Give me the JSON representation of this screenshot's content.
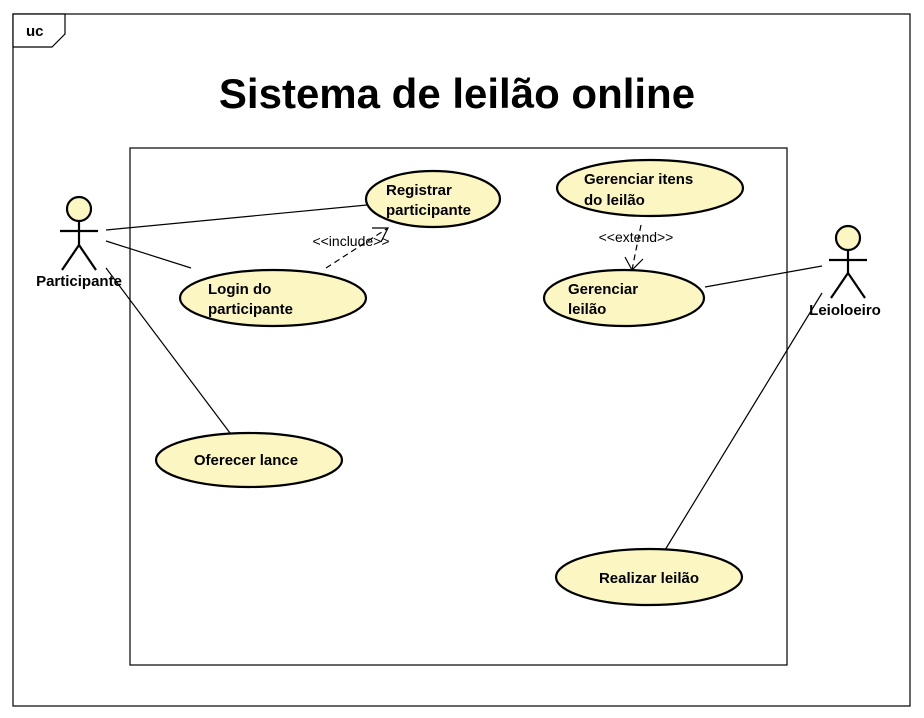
{
  "frame": {
    "tag": "uc",
    "title": "Sistema de leilão online"
  },
  "actors": {
    "participante": "Participante",
    "leiloeiro": "Leioloeiro"
  },
  "use_cases": {
    "registrar": [
      "Registrar",
      "participante"
    ],
    "login": [
      "Login do",
      "participante"
    ],
    "oferecer": [
      "Oferecer lance"
    ],
    "gerenciar_itens": [
      "Gerenciar itens",
      "do leilão"
    ],
    "gerenciar_leilao": [
      "Gerenciar",
      "leilão"
    ],
    "realizar": [
      "Realizar leilão"
    ]
  },
  "relationships": {
    "include": "<<include>>",
    "extend": "<<extend>>"
  },
  "colors": {
    "use_case_fill": "#fcf7c2",
    "line": "#000000"
  }
}
